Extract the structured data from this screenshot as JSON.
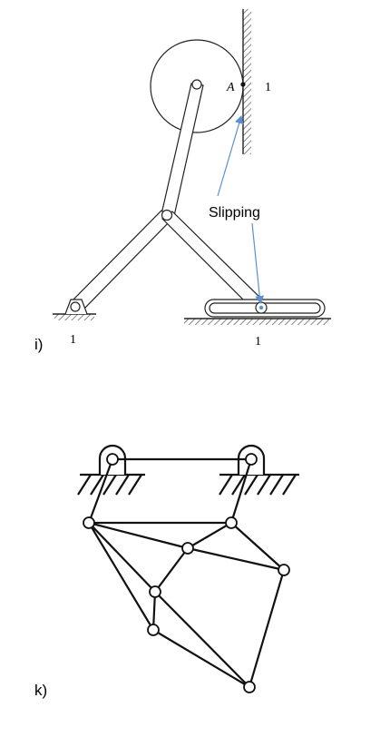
{
  "diagram_i": {
    "panel_label": "i)",
    "point_label": "A",
    "frame_label_wall": "1",
    "frame_label_left": "1",
    "frame_label_bottom": "1",
    "annotation": "Slipping",
    "arrow_color": "#5b8fd0"
  },
  "diagram_k": {
    "panel_label": "k)"
  }
}
